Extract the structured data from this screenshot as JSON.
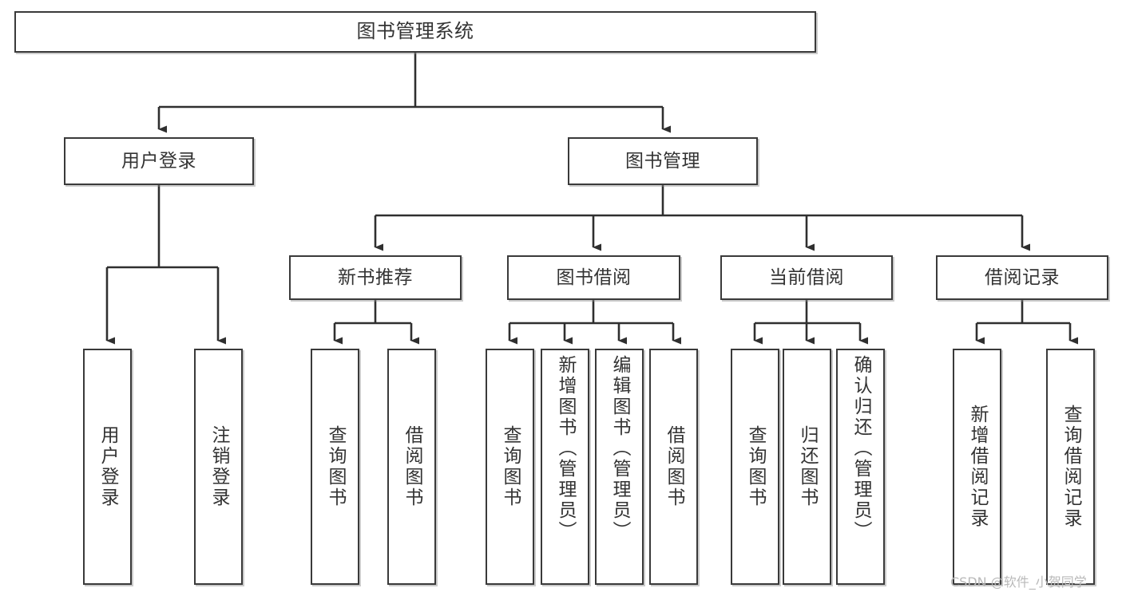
{
  "diagram": {
    "title": "图书管理系统",
    "type": "tree-hierarchy-chart",
    "watermark": "CSDN @软件_小贺同学",
    "colors": {
      "box_border": "#3a3a3a",
      "box_fill": "#ffffff",
      "text": "#333333",
      "connector": "#2f2f2f",
      "watermark": "#b9b9b9"
    },
    "nodes": {
      "root": {
        "label": "图书管理系统"
      },
      "level2": [
        {
          "label": "用户登录"
        },
        {
          "label": "图书管理"
        }
      ],
      "level3": [
        {
          "label": "新书推荐"
        },
        {
          "label": "图书借阅"
        },
        {
          "label": "当前借阅"
        },
        {
          "label": "借阅记录"
        }
      ],
      "leaves": {
        "user_login": [
          {
            "label": "用户登录"
          },
          {
            "label": "注销登录"
          }
        ],
        "new_book_recommend": [
          {
            "label": "查询图书"
          },
          {
            "label": "借阅图书"
          }
        ],
        "book_borrow": [
          {
            "label": "查询图书"
          },
          {
            "label": "新增图书（管理员）"
          },
          {
            "label": "编辑图书（管理员）"
          },
          {
            "label": "借阅图书"
          }
        ],
        "current_borrow": [
          {
            "label": "查询图书"
          },
          {
            "label": "归还图书"
          },
          {
            "label": "确认归还（管理员）"
          }
        ],
        "borrow_record": [
          {
            "label": "新增借阅记录"
          },
          {
            "label": "查询借阅记录"
          }
        ]
      }
    }
  }
}
